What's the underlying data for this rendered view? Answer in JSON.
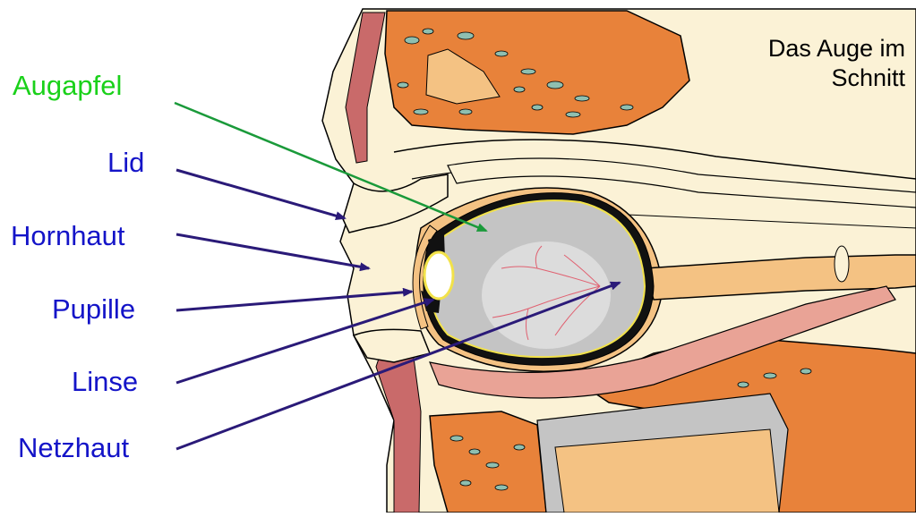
{
  "title": {
    "line1": "Das Auge im",
    "line2": "Schnitt"
  },
  "labels": [
    {
      "id": "augapfel",
      "text": "Augapfel",
      "color": "#1ad11a"
    },
    {
      "id": "lid",
      "text": "Lid",
      "color": "#1414c8"
    },
    {
      "id": "hornhaut",
      "text": "Hornhaut",
      "color": "#1414c8"
    },
    {
      "id": "pupille",
      "text": "Pupille",
      "color": "#1414c8"
    },
    {
      "id": "linse",
      "text": "Linse",
      "color": "#1414c8"
    },
    {
      "id": "netzhaut",
      "text": "Netzhaut",
      "color": "#1414c8"
    }
  ],
  "colors": {
    "arrow_green": "#1a9a3a",
    "arrow_navy": "#2a1a78",
    "bone": "#e8823a",
    "skin": "#fbf2d6",
    "eyeball": "#c4c4c4",
    "muscle": "#e9a396"
  }
}
